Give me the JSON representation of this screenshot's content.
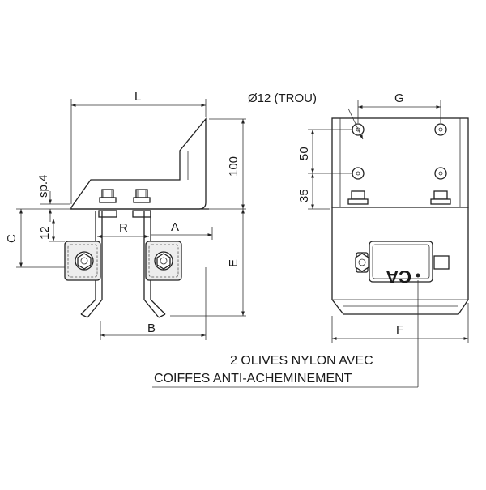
{
  "labels": {
    "L": "L",
    "hole": "Ø12 (TROU)",
    "G": "G",
    "sp4": "sp.4",
    "d100": "100",
    "d50": "50",
    "d35": "35",
    "C": "C",
    "d12": "12",
    "R": "R",
    "A": "A",
    "E": "E",
    "B": "B",
    "F": "F",
    "logo": "CA"
  },
  "note": {
    "line1": "2 OLIVES NYLON AVEC",
    "line2": "COIFFES ANTI-ACHEMINEMENT"
  }
}
